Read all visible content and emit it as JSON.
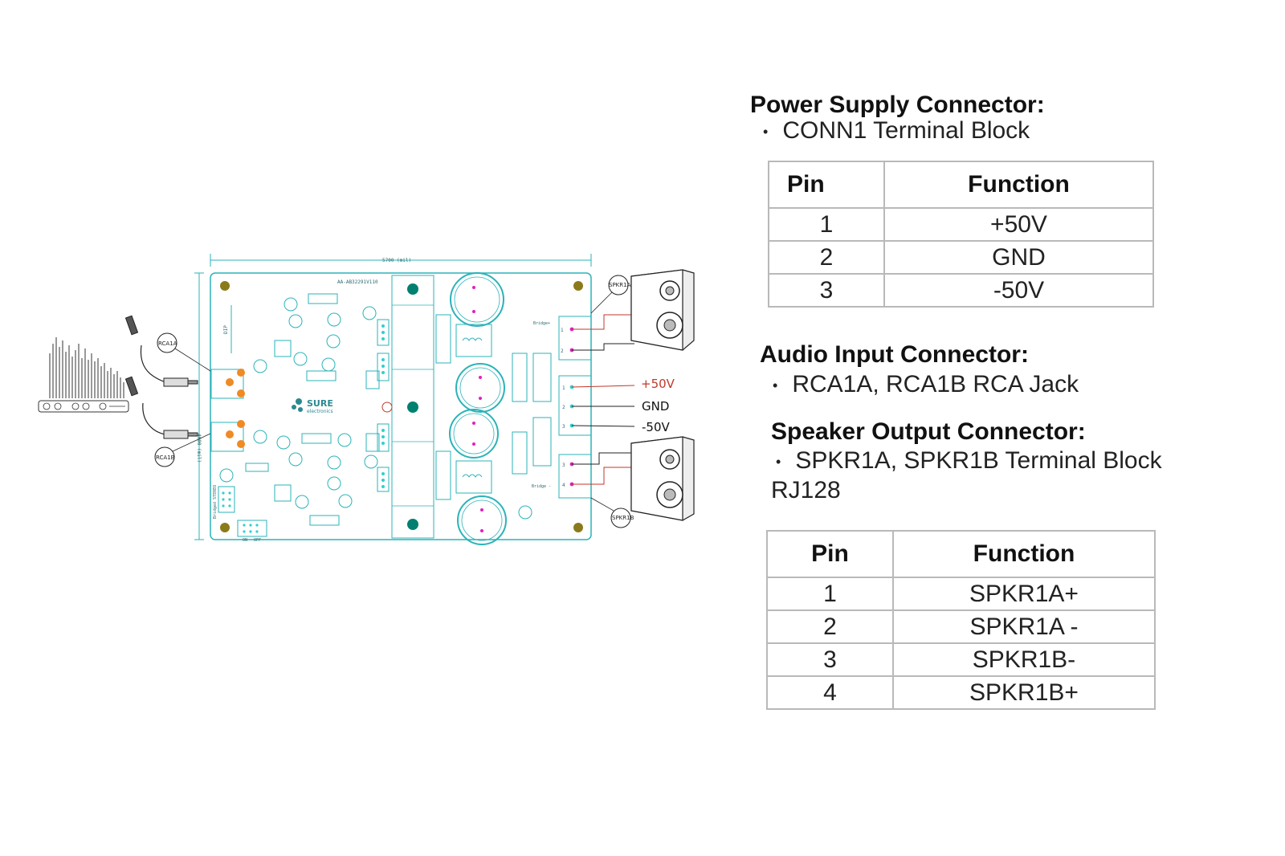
{
  "diagram": {
    "board": {
      "width_dim": "5700 (mil)",
      "height_dim": "4000 (mil)",
      "part_number": "AA-AB32291V110",
      "logo": "SURE electronics",
      "dip_label": "DIP",
      "bridge_plus": "Bridge+",
      "bridge_minus": "Bridge -",
      "jumper_label": "Bridged STEREO",
      "switch_labels": [
        "ON",
        "OFF"
      ]
    },
    "callouts": {
      "rca1a": "RCA1A",
      "rca1b": "RCA1B",
      "spkr1a": "SPKR1A",
      "spkr1b": "SPKR1B"
    },
    "power_labels": {
      "plus": "+50V",
      "gnd": "GND",
      "minus": "-50V"
    }
  },
  "power_section": {
    "title": "Power Supply Connector:",
    "bullet": "CONN1 Terminal Block",
    "table": {
      "headers": [
        "Pin",
        "Function"
      ],
      "rows": [
        [
          "1",
          "+50V"
        ],
        [
          "2",
          "GND"
        ],
        [
          "3",
          "-50V"
        ]
      ]
    }
  },
  "audio_section": {
    "title": "Audio Input Connector:",
    "bullet": "RCA1A, RCA1B RCA Jack"
  },
  "speaker_section": {
    "title": "Speaker Output Connector:",
    "bullet": "SPKR1A, SPKR1B Terminal Block",
    "bullet_cont": "RJ128",
    "table": {
      "headers": [
        "Pin",
        "Function"
      ],
      "rows": [
        [
          "1",
          "SPKR1A+"
        ],
        [
          "2",
          "SPKR1A -"
        ],
        [
          "3",
          "SPKR1B-"
        ],
        [
          "4",
          "SPKR1B+"
        ]
      ]
    }
  },
  "colors": {
    "pcb_outline": "#2bb3b8",
    "pcb_fill": "#ffffff",
    "heatsink": "#008070",
    "label_red": "#c0392b",
    "pad_orange": "#f08a24",
    "pad_magenta": "#e020c0"
  }
}
